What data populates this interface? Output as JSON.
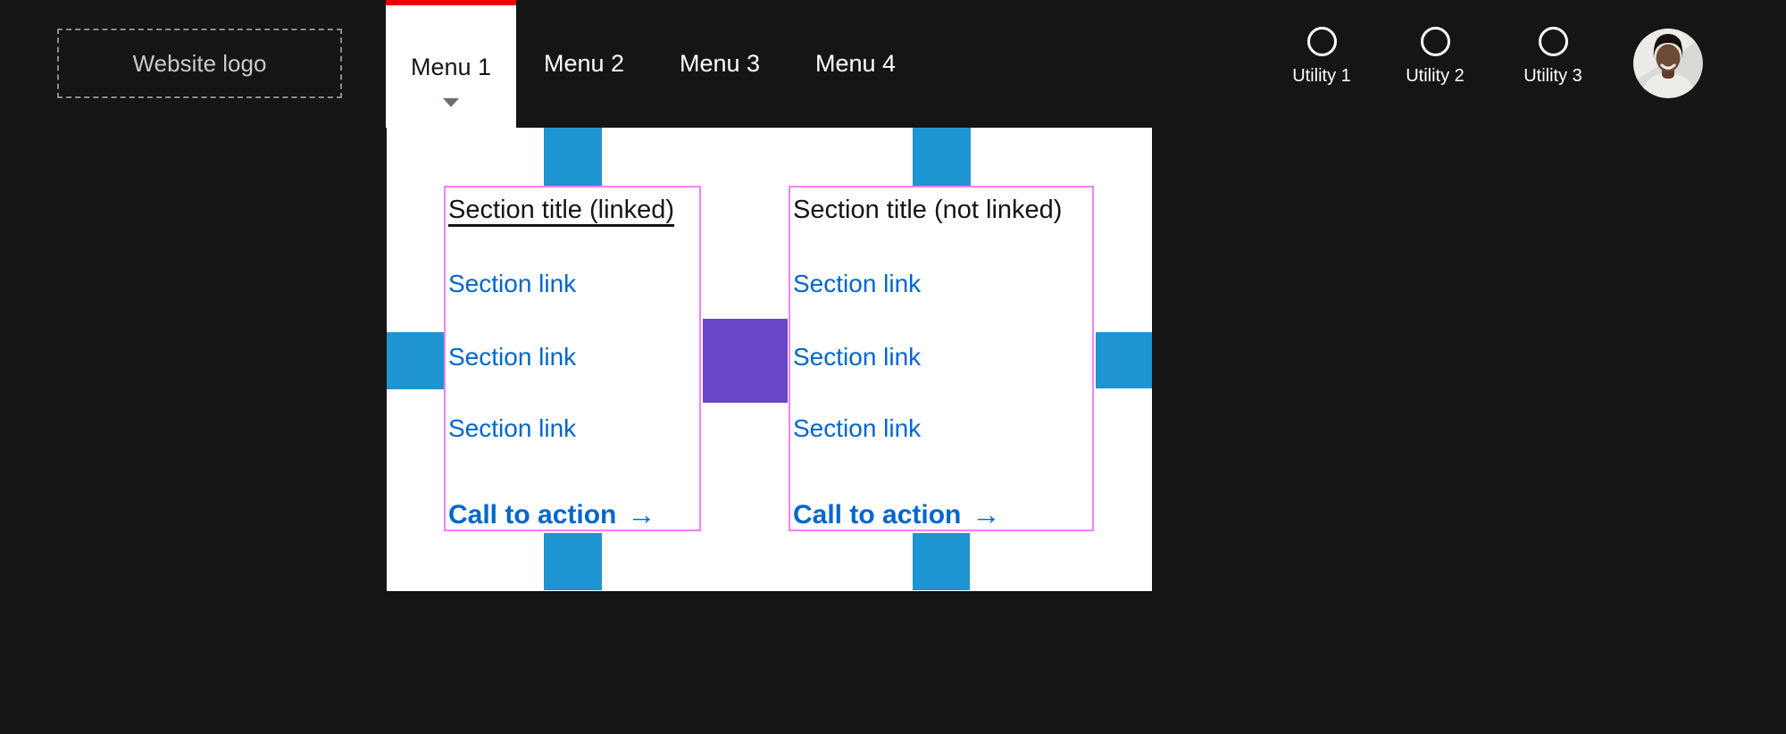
{
  "colors": {
    "background": "#151515",
    "accent_red": "#ee0000",
    "spacer_blue": "#1e94d1",
    "gutter_purple": "#6a46c8",
    "highlight_pink": "#fb7efb",
    "link_blue": "#0066cc",
    "panel_white": "#ffffff"
  },
  "header": {
    "logo": {
      "label": "Website logo"
    },
    "menu": [
      {
        "label": "Menu 1",
        "active": true
      },
      {
        "label": "Menu 2",
        "active": false
      },
      {
        "label": "Menu 3",
        "active": false
      },
      {
        "label": "Menu 4",
        "active": false
      }
    ],
    "utilities": [
      {
        "label": "Utility 1",
        "icon": "circle-icon"
      },
      {
        "label": "Utility 2",
        "icon": "circle-icon"
      },
      {
        "label": "Utility 3",
        "icon": "circle-icon"
      }
    ],
    "avatar": {
      "icon": "user-avatar-photo"
    }
  },
  "mega_menu": {
    "columns": [
      {
        "title": "Section title (linked)",
        "title_linked": true,
        "links": [
          "Section link",
          "Section link",
          "Section link"
        ],
        "cta_label": "Call to action",
        "cta_arrow": "→"
      },
      {
        "title": "Section title (not linked)",
        "title_linked": false,
        "links": [
          "Section link",
          "Section link",
          "Section link"
        ],
        "cta_label": "Call to action",
        "cta_arrow": "→"
      }
    ]
  }
}
